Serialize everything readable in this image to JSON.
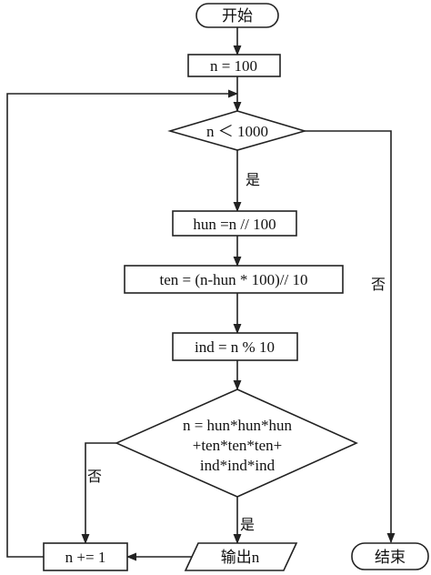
{
  "flowchart": {
    "start": "开始",
    "init": "n = 100",
    "condition": "n ＜ 1000",
    "yes_label_1": "是",
    "no_label_1": "否",
    "step_hun": "hun =n // 100",
    "step_ten": "ten = (n-hun * 100)// 10",
    "step_ind": "ind = n % 10",
    "check_line1": "n = hun*hun*hun",
    "check_line2": "+ten*ten*ten+",
    "check_line3": "ind*ind*ind",
    "yes_label_2": "是",
    "no_label_2": "否",
    "output": "输出n",
    "increment": "n += 1",
    "end": "结束"
  }
}
